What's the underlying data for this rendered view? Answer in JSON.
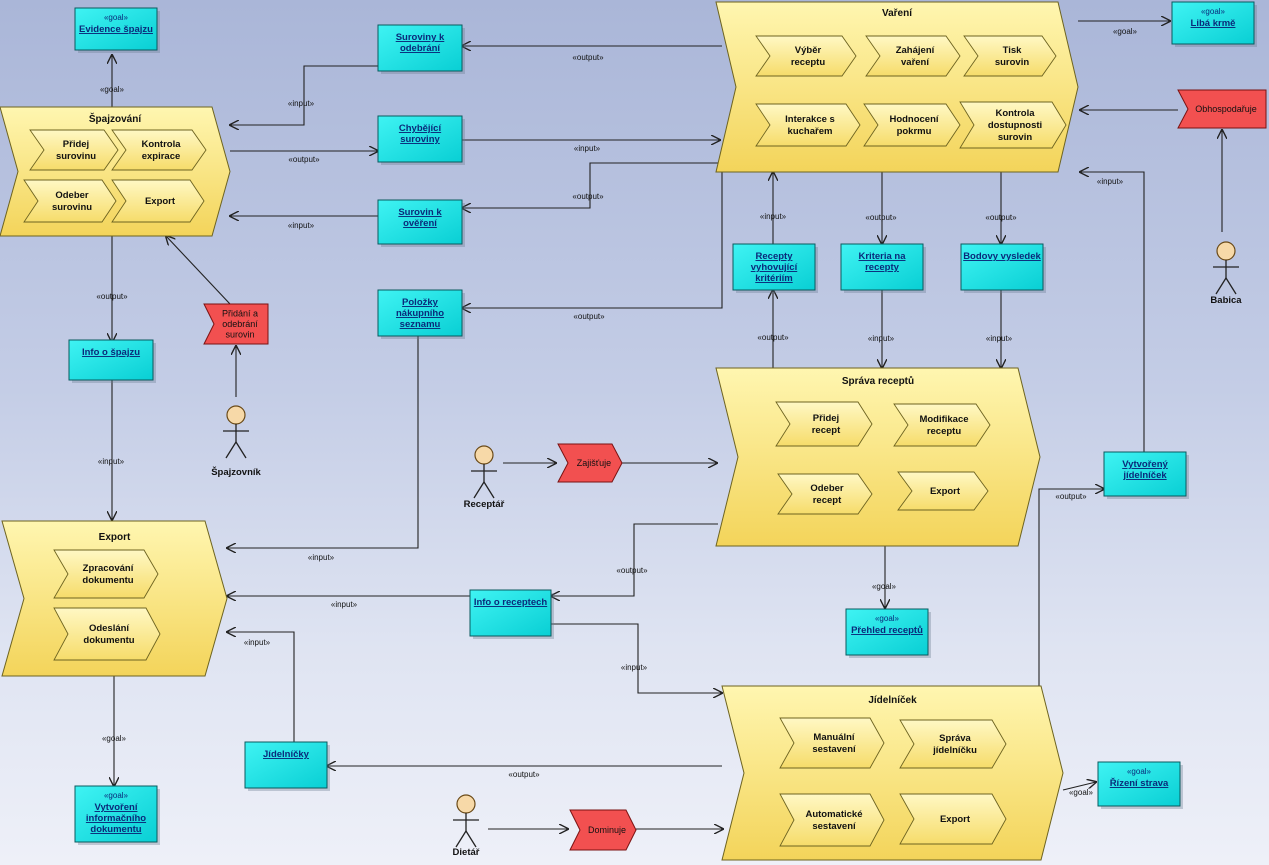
{
  "processes": {
    "spajzovani": {
      "title": "Špajzování",
      "children": {
        "pridej_suroviny": "Přidej\nsurovinu",
        "kontrola_expirace": "Kontrola\nexpirace",
        "odeber_suroviny": "Odeber\nsurovinu",
        "export": "Export"
      }
    },
    "vareni": {
      "title": "Vaření",
      "children": {
        "vyber_receptu": "Výběr\nreceptu",
        "zahajeni_vareni": "Zahájení\nvaření",
        "tisk_surovin": "Tisk\nsurovin",
        "interakce": "Interakce s\nkuchařem",
        "hodnoceni": "Hodnocení\npokrmu",
        "kontrola_dostupnosti": "Kontrola\ndostupnosti\nsurovin"
      }
    },
    "sprava_receptu": {
      "title": "Správa receptů",
      "children": {
        "pridej_recept": "Přidej\nrecept",
        "modifikace_receptu": "Modifikace\nreceptu",
        "odeber_recept": "Odeber\nrecept",
        "export": "Export"
      }
    },
    "export": {
      "title": "Export",
      "children": {
        "zpracovani": "Zpracování\ndokumentu",
        "odeslani": "Odeslání\ndokumentu"
      }
    },
    "jidelnicek": {
      "title": "Jídelníček",
      "children": {
        "manualni": "Manuální\nsestavení",
        "sprava_jidelnicku": "Správa\njídelníčku",
        "automaticke": "Automatické\nsestavení",
        "export": "Export"
      }
    }
  },
  "objects": {
    "suroviny_k_odebrani": "Suroviny k\nodebrání",
    "chybejici_suroviny": "Chybějící\nsuroviny",
    "surovin_k_overeni": "Surovin k\nověření",
    "polozky_nakupniho_seznamu": "Položky\nnákupního\nseznamu",
    "info_o_spajzu": "Info o špajzu",
    "recepty_vyhovujici": "Recepty\nvyhovující\nkritériím",
    "kriteria_na_recepty": "Kriteria na\nrecepty",
    "bodovy_vysledek": "Bodovy vysledek",
    "vytvoreny_jidelnicek": "Vytvořený\njídelníček",
    "info_o_receptech": "Info o receptech",
    "jidelnicky": "Jídelníčky"
  },
  "goals": {
    "stereotype": "«goal»",
    "evidence_spajzu": "Evidence špajzu",
    "liba_krme": "Libá krmě",
    "prehled_receptu": "Přehled receptů",
    "vytvoreni_dokumentu": "Vytvoření\ninformačního\ndokumentu",
    "rizeni_strava": "Řízení strava"
  },
  "events": {
    "pridani_odebrani": "Přidání a\nodebrání\nsurovin",
    "obhospodaruje": "Obhospodařuje",
    "zajistuje": "Zajišťuje",
    "dominuje": "Dominuje"
  },
  "actors": {
    "spajzovnik": "Špajzovník",
    "babica": "Babica",
    "receptar": "Receptář",
    "dietar": "Dietář"
  },
  "edge_labels": {
    "goal": "«goal»",
    "input": "«input»",
    "output": "«output»"
  },
  "colors": {
    "process_fill_top": "#fff6b0",
    "process_fill_bottom": "#f3d45a",
    "object_fill": "#14e6e6",
    "event_fill": "#f25050",
    "actor_head": "#f7d9a8"
  }
}
